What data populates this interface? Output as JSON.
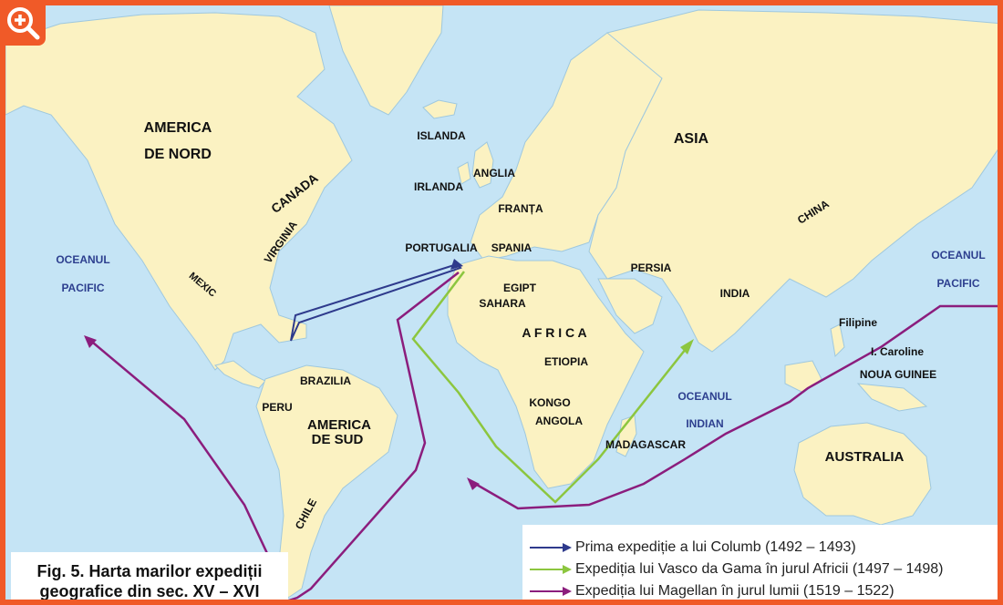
{
  "colors": {
    "ocean": "#c5e4f5",
    "land": "#fbf2c2",
    "border": "#f05a28",
    "columbus": "#2e3a8c",
    "da_gama": "#8cc63f",
    "magellan": "#8b1d7d"
  },
  "zoom_control": {
    "icon": "zoom-in-icon"
  },
  "labels": {
    "north_america_1": "AMERICA",
    "north_america_2": "DE NORD",
    "canada": "CANADA",
    "virginia": "VIRGINIA",
    "mexic": "MEXIC",
    "south_america_1": "AMERICA",
    "south_america_2": "DE SUD",
    "brazilia": "BRAZILIA",
    "peru": "PERU",
    "chile": "CHILE",
    "islanda": "ISLANDA",
    "anglia": "ANGLIA",
    "irlanda": "IRLANDA",
    "franta": "FRANȚA",
    "portugalia": "PORTUGALIA",
    "spania": "SPANIA",
    "egipt": "EGIPT",
    "sahara": "SAHARA",
    "africa": "A F R I C A",
    "etiopia": "ETIOPIA",
    "kongo": "KONGO",
    "angola": "ANGOLA",
    "madagascar": "MADAGASCAR",
    "asia": "ASIA",
    "china": "CHINA",
    "persia": "PERSIA",
    "india": "INDIA",
    "filipine": "Filipine",
    "caroline": "I. Caroline",
    "noua_guinee": "NOUA GUINEE",
    "australia": "AUSTRALIA"
  },
  "oceans": {
    "pacific_west_1": "OCEANUL",
    "pacific_west_2": "PACIFIC",
    "pacific_east_1": "OCEANUL",
    "pacific_east_2": "PACIFIC",
    "indian_1": "OCEANUL",
    "indian_2": "INDIAN"
  },
  "legend": [
    {
      "label": "Prima expediție a lui Columb (1492 – 1493)",
      "color": "#2e3a8c"
    },
    {
      "label": "Expediția lui Vasco da Gama în jurul Africii (1497 – 1498)",
      "color": "#8cc63f"
    },
    {
      "label": "Expediția lui Magellan în jurul lumii (1519 – 1522)",
      "color": "#8b1d7d"
    }
  ],
  "caption": {
    "line1": "Fig. 5. Harta marilor expediții",
    "line2": "geografice din sec. XV –  XVI"
  }
}
